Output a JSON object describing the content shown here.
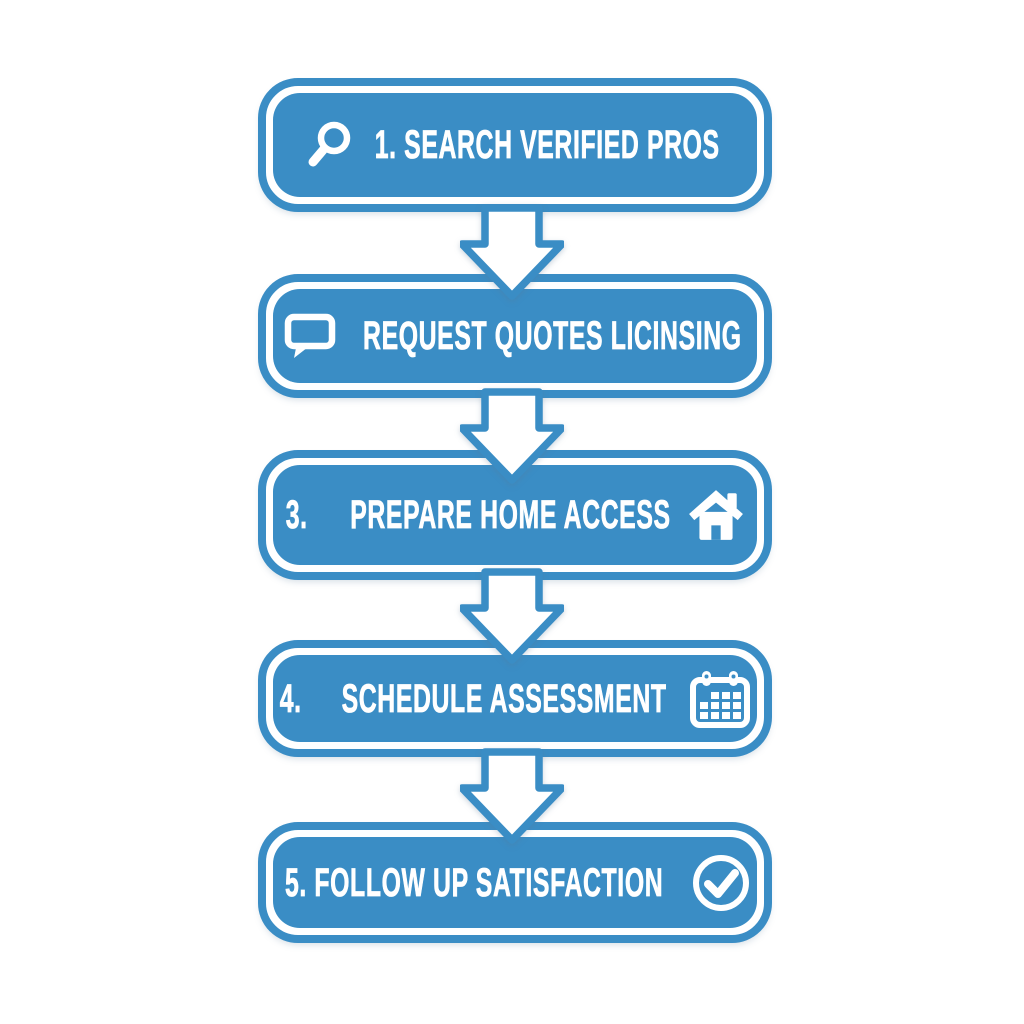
{
  "colors": {
    "accent": "#3A8DC5",
    "label_text": "#FFFFFF",
    "arrow_fill": "#FFFFFF",
    "background": "#FFFFFF"
  },
  "flow": {
    "steps": [
      {
        "text": "1. SEARCH VERIFIED PROS",
        "icon": "magnifier"
      },
      {
        "text": "REQUEST QUOTES LICINSING",
        "icon": "speech-bubble"
      },
      {
        "number": "3.",
        "text": "PREPARE HOME ACCESS",
        "icon": "house"
      },
      {
        "number": "4.",
        "text": "SCHEDULE ASSESSMENT",
        "icon": "calendar"
      },
      {
        "text": "5. FOLLOW UP SATISFACTION",
        "icon": "check-circle"
      }
    ]
  }
}
